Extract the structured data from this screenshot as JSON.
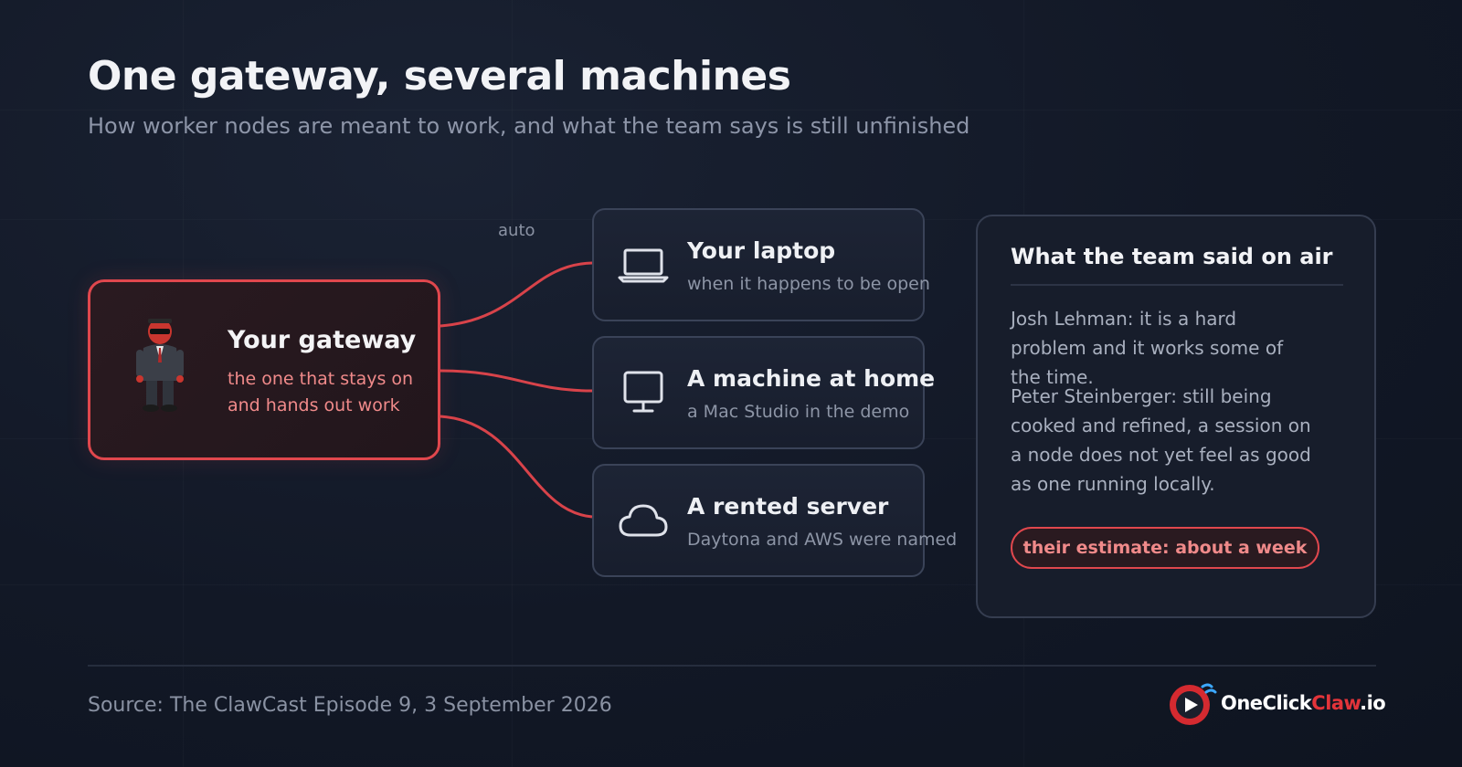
{
  "header": {
    "title": "One gateway, several machines",
    "subtitle": "How worker nodes are meant to work, and what the team says is still unfinished"
  },
  "connector_label": "auto",
  "gateway": {
    "title": "Your gateway",
    "description": "the one that stays on and hands out work"
  },
  "nodes": [
    {
      "icon": "laptop-icon",
      "title": "Your laptop",
      "description": "when it happens to be open"
    },
    {
      "icon": "monitor-icon",
      "title": "A machine at home",
      "description": "a Mac Studio in the demo"
    },
    {
      "icon": "cloud-icon",
      "title": "A rented server",
      "description": "Daytona and AWS were named"
    }
  ],
  "quote_card": {
    "title": "What the team said on air",
    "quotes": [
      "Josh Lehman: it is a hard problem and it works some of the time.",
      "Peter Steinberger: still being cooked and refined, a session on a node does not yet feel as good as one running locally."
    ],
    "estimate": "their estimate: about a week"
  },
  "footer": {
    "source": "Source: The ClawCast Episode 9, 3 September 2026",
    "logo": {
      "part1": "OneClick",
      "part2": "Claw",
      "part3": ".io"
    }
  },
  "colors": {
    "accent": "#e0474d",
    "background": "#121826",
    "card": "#1b2131"
  }
}
